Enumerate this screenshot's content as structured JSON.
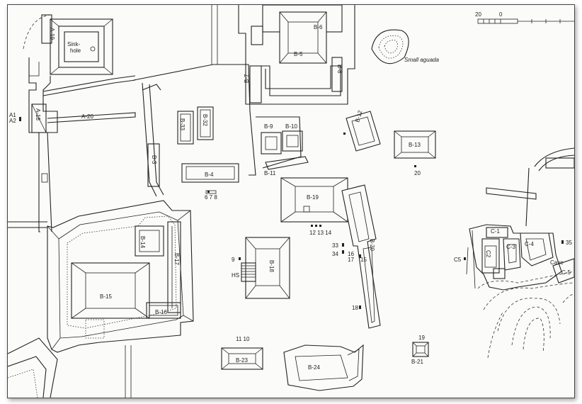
{
  "labels": {
    "a19": "A-19",
    "sinkhole": "Sink-\nhole",
    "a18": "A-18",
    "a20": "A-20",
    "a1a2": "A1\nA2",
    "b3": "B-3",
    "b4": "B-4",
    "b5": "B-5",
    "b6": "B-6",
    "b7": "B-7",
    "b8": "B-8",
    "b9": "B-9",
    "b10": "B-10",
    "b11": "B-11",
    "b12": "B-12",
    "b13": "B-13",
    "b14": "B-14",
    "b15": "B-15",
    "b16": "B-16",
    "b17": "B-17",
    "b18": "B-18",
    "b19": "B-19",
    "b20": "B-20",
    "b21": "B-21",
    "b23": "B-23",
    "b24": "B-24",
    "b32": "B-32",
    "b33": "B-33",
    "c1": "C-1",
    "c2": "C2",
    "c3": "C-3",
    "c4": "C-4",
    "c5": "C-5",
    "c5s": "C5",
    "cave": "Cave",
    "aguada": "Small aguada",
    "hs": "HS",
    "n20": "20",
    "n35": "35",
    "n9": "9",
    "n18": "18",
    "n19": "19",
    "n1110": "11 10",
    "n121314": "12 13 14",
    "n33": "33",
    "n34": "34",
    "n16": "16",
    "n17": "17",
    "n15": "15",
    "n678": "6 7 8"
  },
  "scale": {
    "labels": [
      "20",
      "0"
    ]
  }
}
